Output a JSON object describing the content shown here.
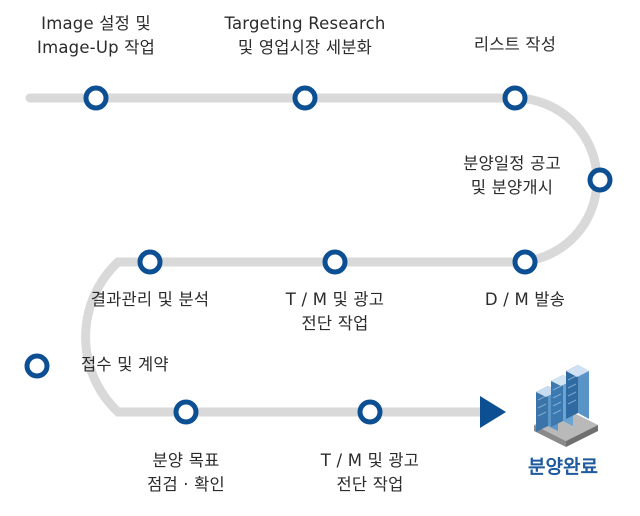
{
  "steps": [
    {
      "lines": [
        "Image 설정 및",
        "Image-Up 작업"
      ]
    },
    {
      "lines": [
        "Targeting Research",
        "및 영업시장 세분화"
      ]
    },
    {
      "lines": [
        "리스트 작성"
      ]
    },
    {
      "lines": [
        "분양일정 공고",
        "및 분양개시"
      ]
    },
    {
      "lines": [
        "D / M 발송"
      ]
    },
    {
      "lines": [
        "T / M 및 광고",
        "전단 작업"
      ]
    },
    {
      "lines": [
        "결과관리 및 분석"
      ]
    },
    {
      "lines": [
        "접수 및 계약"
      ]
    },
    {
      "lines": [
        "분양 목표",
        "점검 · 확인"
      ]
    },
    {
      "lines": [
        "T / M 및 광고",
        "전단 작업"
      ]
    }
  ],
  "final_label": "분양완료",
  "colors": {
    "track": "#d9d9d9",
    "node": "#0d4f93",
    "arrow": "#0d4f93",
    "final_text": "#1f5a9e"
  }
}
